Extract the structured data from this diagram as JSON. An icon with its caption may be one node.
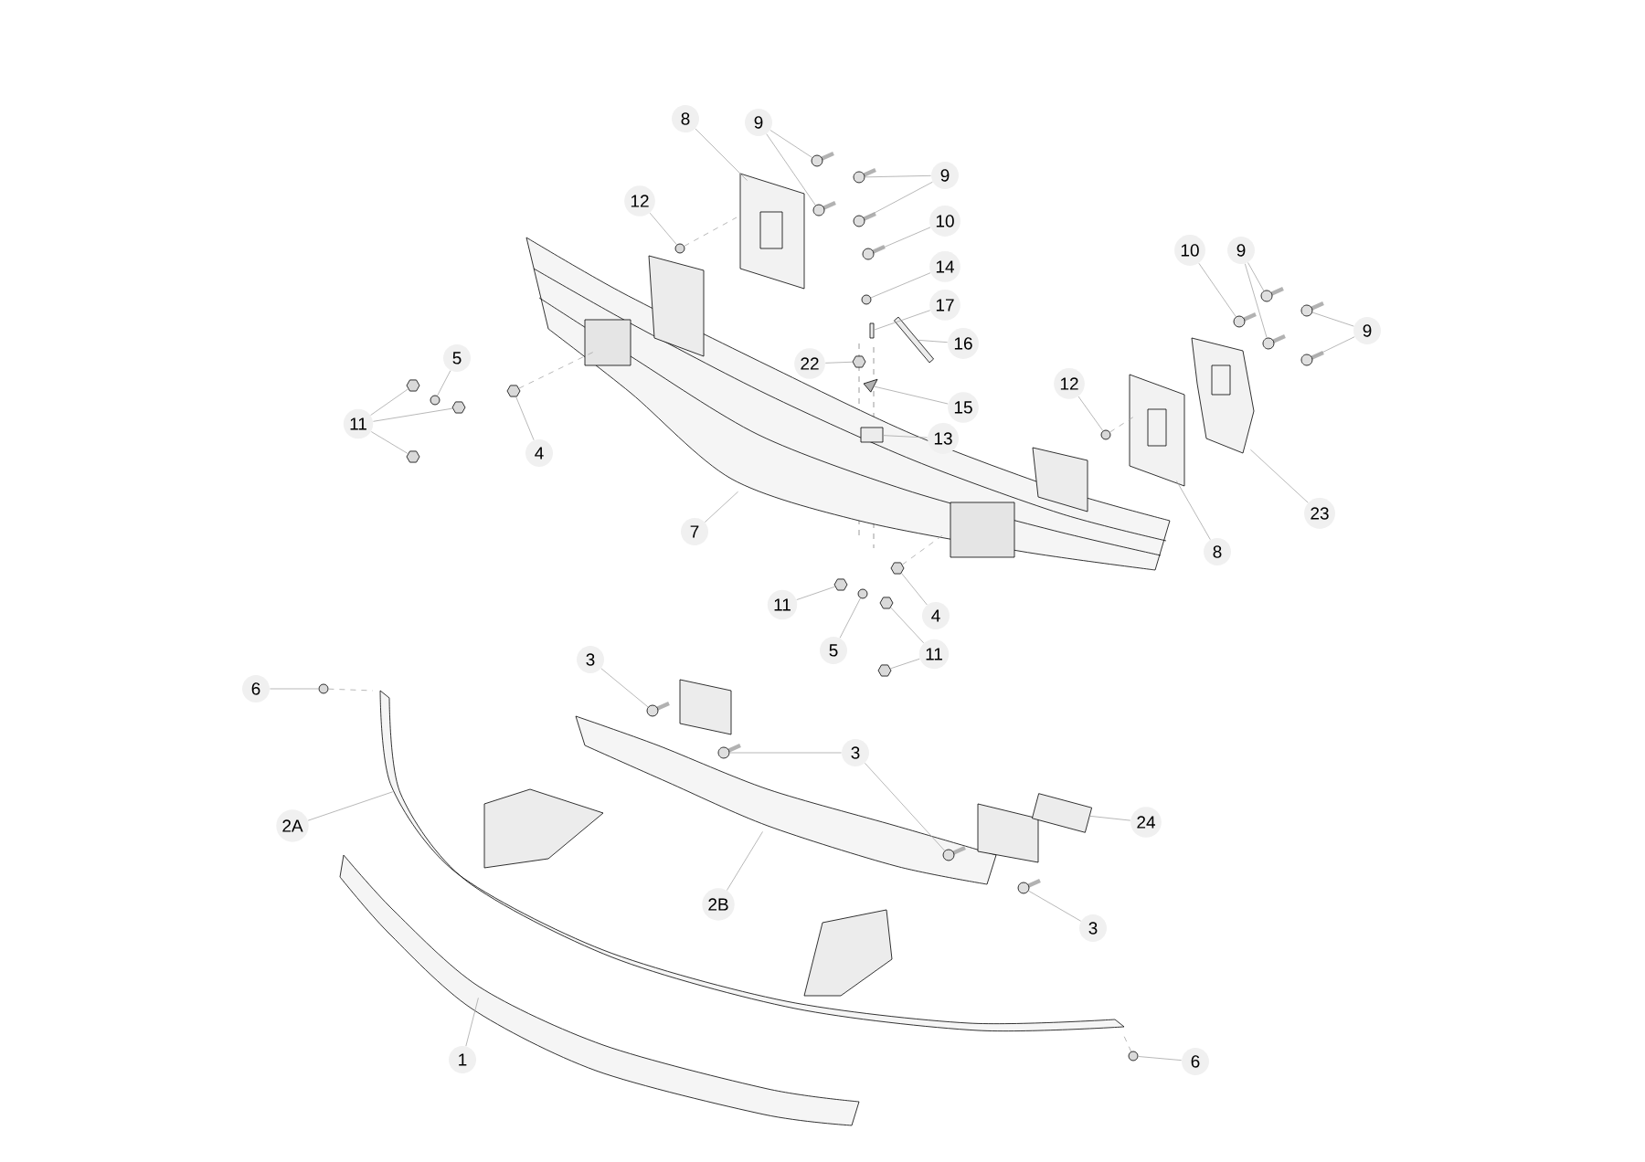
{
  "diagram": {
    "nodes": [
      {
        "text": [
          "8"
        ]
      },
      {
        "text": [],
        "shape": "picture"
      },
      {
        "text": [
          "9"
        ]
      },
      {
        "text": [],
        "shape": "picture"
      },
      {
        "text": [],
        "shape": "picture"
      },
      {
        "text": [
          "9"
        ]
      },
      {
        "text": [],
        "shape": "picture"
      },
      {
        "text": [],
        "shape": "picture"
      },
      {
        "text": [
          "10"
        ]
      },
      {
        "text": [],
        "shape": "picture"
      },
      {
        "text": [
          "14"
        ]
      },
      {
        "text": [],
        "shape": "circle"
      },
      {
        "text": [
          "17"
        ]
      },
      {
        "text": [],
        "shape": "box"
      },
      {
        "text": [
          "16"
        ]
      },
      {
        "text": [],
        "shape": "picture"
      },
      {
        "text": [
          "22"
        ]
      },
      {
        "text": [],
        "shape": "picture"
      },
      {
        "text": [
          "15"
        ]
      },
      {
        "text": [],
        "shape": "picture"
      },
      {
        "text": [
          "13"
        ]
      },
      {
        "text": [],
        "shape": "box",
        "in": 33
      },
      {
        "text": [
          "12"
        ]
      },
      {
        "text": [],
        "shape": "circle"
      },
      {
        "text": [
          "5"
        ]
      },
      {
        "text": [],
        "shape": "circle"
      },
      {
        "text": [
          "11"
        ]
      },
      {
        "text": [],
        "shape": "picture"
      },
      {
        "text": [],
        "shape": "picture"
      },
      {
        "text": [],
        "shape": "picture"
      },
      {
        "text": [
          "4"
        ]
      },
      {
        "text": [],
        "shape": "picture"
      },
      {
        "text": [
          "7"
        ]
      },
      {
        "text": [],
        "shape": "picture"
      },
      {
        "text": [
          "12"
        ]
      },
      {
        "text": [],
        "shape": "circle"
      },
      {
        "text": [
          "10"
        ]
      },
      {
        "text": [],
        "shape": "picture"
      },
      {
        "text": [
          "9"
        ]
      },
      {
        "text": [],
        "shape": "picture"
      },
      {
        "text": [],
        "shape": "picture"
      },
      {
        "text": [
          "9"
        ]
      },
      {
        "text": [],
        "shape": "picture"
      },
      {
        "text": [],
        "shape": "picture"
      },
      {
        "text": [
          "23"
        ]
      },
      {
        "text": [],
        "shape": "picture"
      },
      {
        "text": [
          "8"
        ]
      },
      {
        "text": [],
        "shape": "picture"
      },
      {
        "text": [
          "11"
        ]
      },
      {
        "text": [],
        "shape": "picture"
      },
      {
        "text": [
          "4"
        ]
      },
      {
        "text": [],
        "shape": "picture"
      },
      {
        "text": [
          "5"
        ]
      },
      {
        "text": [],
        "shape": "circle"
      },
      {
        "text": [
          "11"
        ]
      },
      {
        "text": [],
        "shape": "picture"
      },
      {
        "text": [],
        "shape": "picture"
      },
      {
        "text": [
          "6"
        ]
      },
      {
        "text": [],
        "shape": "circle"
      },
      {
        "text": [
          "3"
        ]
      },
      {
        "text": [],
        "shape": "picture"
      },
      {
        "text": [
          "3"
        ]
      },
      {
        "text": [],
        "shape": "picture"
      },
      {
        "text": [],
        "shape": "picture",
        "in": 71
      },
      {
        "text": [
          "3"
        ]
      },
      {
        "text": [],
        "shape": "picture"
      },
      {
        "text": [
          "24"
        ]
      },
      {
        "text": [],
        "shape": "box"
      },
      {
        "text": [
          "2A"
        ]
      },
      {
        "text": [],
        "shape": "picture"
      },
      {
        "text": [
          "2B"
        ]
      },
      {
        "text": [],
        "shape": "picture"
      },
      {
        "text": [
          "1"
        ]
      },
      {
        "text": [],
        "shape": "picture"
      },
      {
        "text": [
          "6"
        ]
      },
      {
        "text": [],
        "shape": "circle"
      }
    ],
    "edges": [
      {
        "from": 0,
        "to": 1,
        "arrow": "none"
      },
      {
        "from": 2,
        "to": 3,
        "arrow": "none"
      },
      {
        "from": 2,
        "to": 4,
        "arrow": "none"
      },
      {
        "from": 5,
        "to": 6,
        "arrow": "none"
      },
      {
        "from": 5,
        "to": 7,
        "arrow": "none"
      },
      {
        "from": 8,
        "to": 9,
        "arrow": "none"
      },
      {
        "from": 10,
        "to": 11,
        "arrow": "none"
      },
      {
        "from": 12,
        "to": 13,
        "arrow": "none"
      },
      {
        "from": 14,
        "to": 15,
        "arrow": "none"
      },
      {
        "from": 16,
        "to": 17,
        "arrow": "none"
      },
      {
        "from": 18,
        "to": 19,
        "arrow": "none"
      },
      {
        "from": 20,
        "to": 21,
        "arrow": "none"
      },
      {
        "from": 22,
        "to": 23,
        "arrow": "none"
      },
      {
        "from": 24,
        "to": 25,
        "arrow": "none"
      },
      {
        "from": 26,
        "to": 27,
        "arrow": "none"
      },
      {
        "from": 26,
        "to": 28,
        "arrow": "none"
      },
      {
        "from": 26,
        "to": 29,
        "arrow": "none"
      },
      {
        "from": 30,
        "to": 31,
        "arrow": "none"
      },
      {
        "from": 32,
        "to": 33,
        "arrow": "none"
      },
      {
        "from": 34,
        "to": 35,
        "arrow": "none"
      },
      {
        "from": 36,
        "to": 37,
        "arrow": "none"
      },
      {
        "from": 38,
        "to": 39,
        "arrow": "none"
      },
      {
        "from": 38,
        "to": 40,
        "arrow": "none"
      },
      {
        "from": 41,
        "to": 42,
        "arrow": "none"
      },
      {
        "from": 41,
        "to": 43,
        "arrow": "none"
      },
      {
        "from": 44,
        "to": 45,
        "arrow": "none"
      },
      {
        "from": 46,
        "to": 47,
        "arrow": "none"
      },
      {
        "from": 48,
        "to": 49,
        "arrow": "none"
      },
      {
        "from": 50,
        "to": 51,
        "arrow": "none"
      },
      {
        "from": 52,
        "to": 53,
        "arrow": "none"
      },
      {
        "from": 54,
        "to": 55,
        "arrow": "none"
      },
      {
        "from": 54,
        "to": 56,
        "arrow": "none"
      },
      {
        "from": 57,
        "to": 58,
        "arrow": "none"
      },
      {
        "from": 59,
        "to": 60,
        "arrow": "none"
      },
      {
        "from": 61,
        "to": 62,
        "arrow": "none"
      },
      {
        "from": 61,
        "to": 63,
        "arrow": "none"
      },
      {
        "from": 64,
        "to": 65,
        "arrow": "none"
      },
      {
        "from": 66,
        "to": 67,
        "arrow": "none"
      },
      {
        "from": 68,
        "to": 69,
        "arrow": "none"
      },
      {
        "from": 70,
        "to": 71,
        "arrow": "none"
      },
      {
        "from": 72,
        "to": 73,
        "arrow": "none"
      },
      {
        "from": 74,
        "to": 75,
        "arrow": "none"
      },
      {
        "from": 23,
        "to": 1,
        "arrow": "none",
        "style": "dashed"
      },
      {
        "from": 31,
        "to": 33,
        "arrow": "none",
        "style": "dashed"
      },
      {
        "from": 51,
        "to": 33,
        "arrow": "none",
        "style": "dashed"
      },
      {
        "from": 35,
        "to": 47,
        "arrow": "none",
        "style": "dashed"
      },
      {
        "from": 58,
        "to": 69,
        "arrow": "none",
        "style": "dashed"
      },
      {
        "from": 75,
        "to": 69,
        "arrow": "none",
        "style": "dashed"
      }
    ]
  }
}
